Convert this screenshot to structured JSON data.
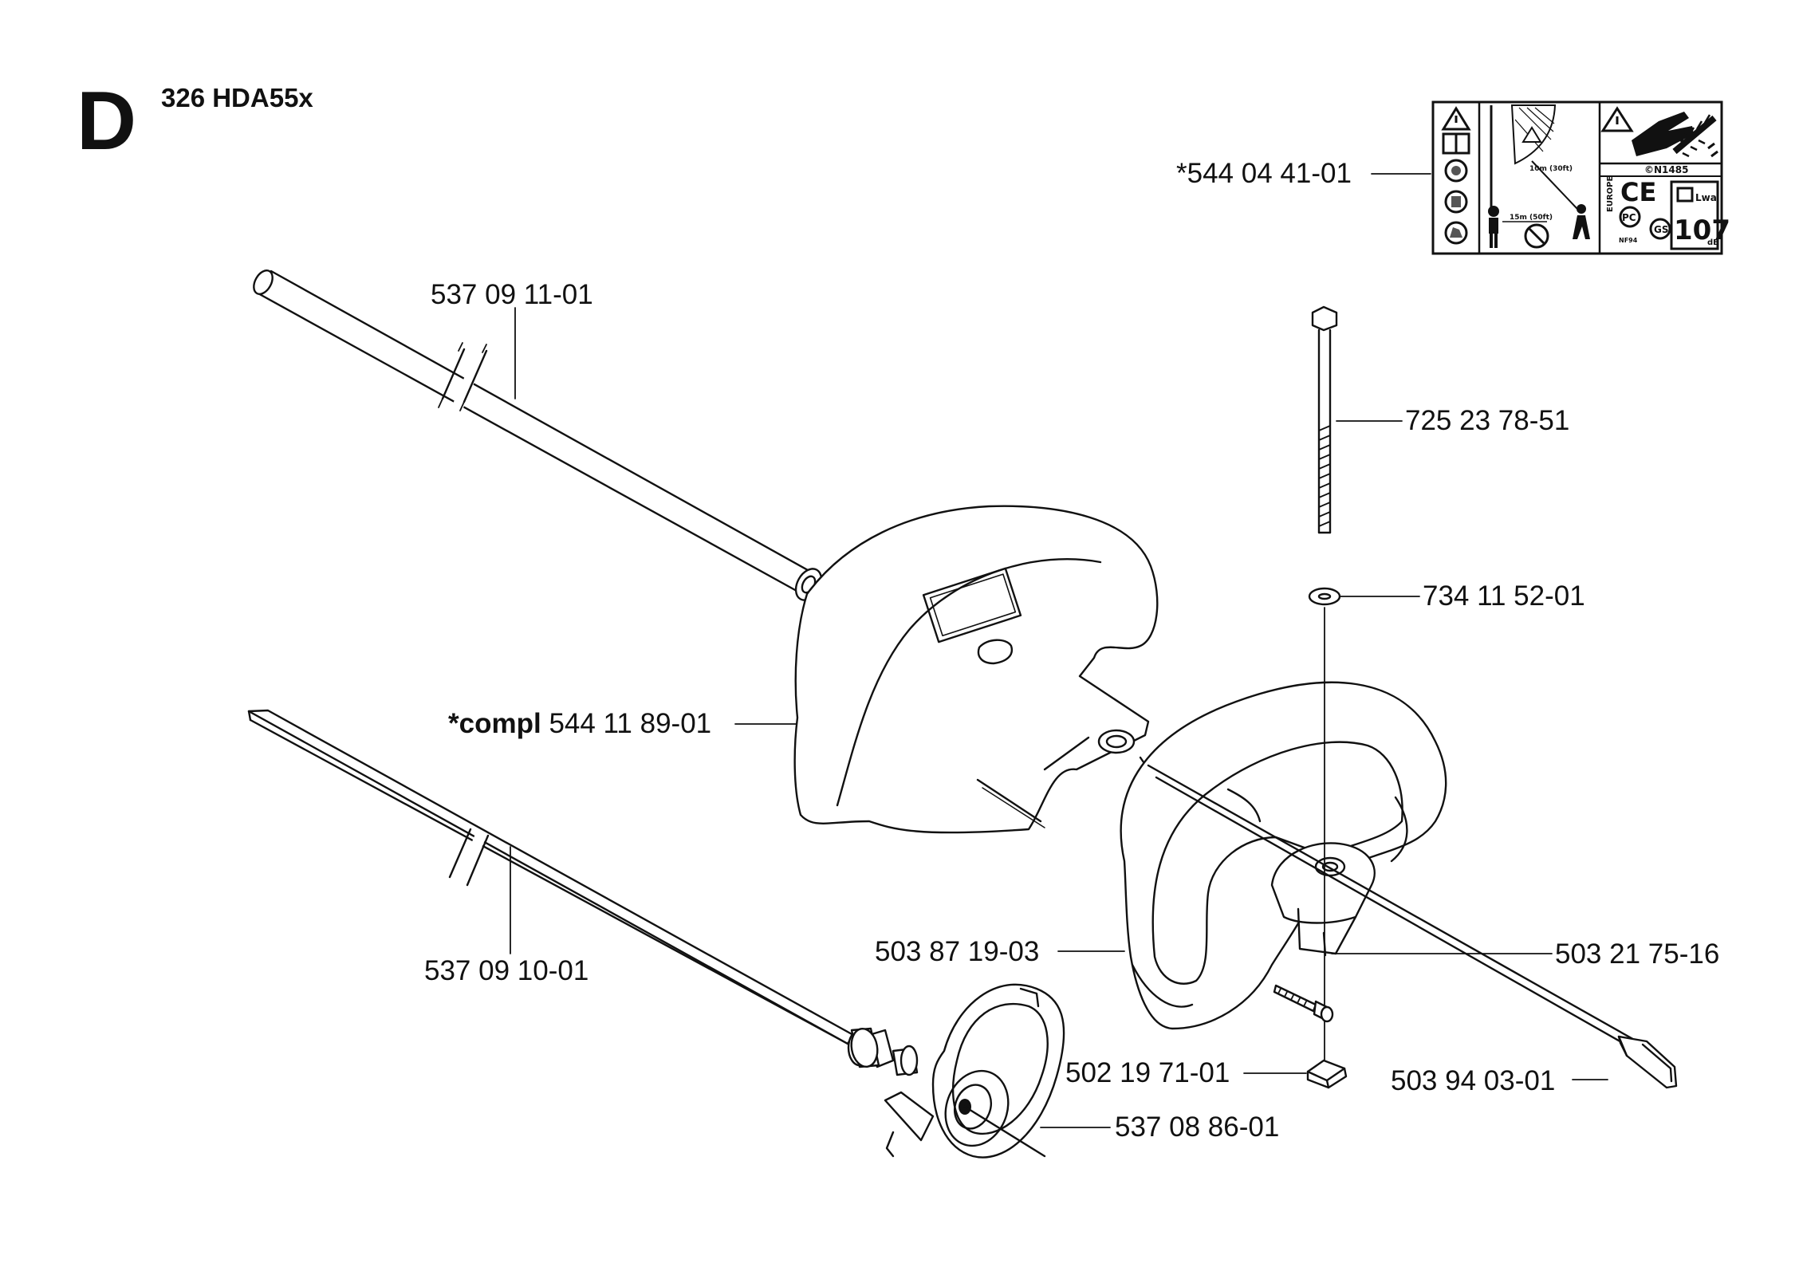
{
  "header": {
    "section_letter": "D",
    "model": "326 HDA55x"
  },
  "labels": {
    "decal": "*544 04 41-01",
    "tube": "537 09 11-01",
    "bolt": "725 23 78-51",
    "washer": "734 11 52-01",
    "cover_prefix": "*compl",
    "cover_number": "544 11 89-01",
    "driveshaft": "537 09 10-01",
    "handle": "503 87 19-03",
    "screw": "503 21 75-16",
    "nut": "502 19 71-01",
    "cable_end": "503 94 03-01",
    "clutch_drum": "537 08 86-01"
  },
  "decal_marks": {
    "norm": "©N1485",
    "region": "EUROPE",
    "noise_value": "107",
    "noise_unit": "dB",
    "lwa": "Lwa",
    "distance_near": "15m (50ft)",
    "distance_far": "10m (30ft)",
    "ce": "CE",
    "nf": "NF94"
  }
}
